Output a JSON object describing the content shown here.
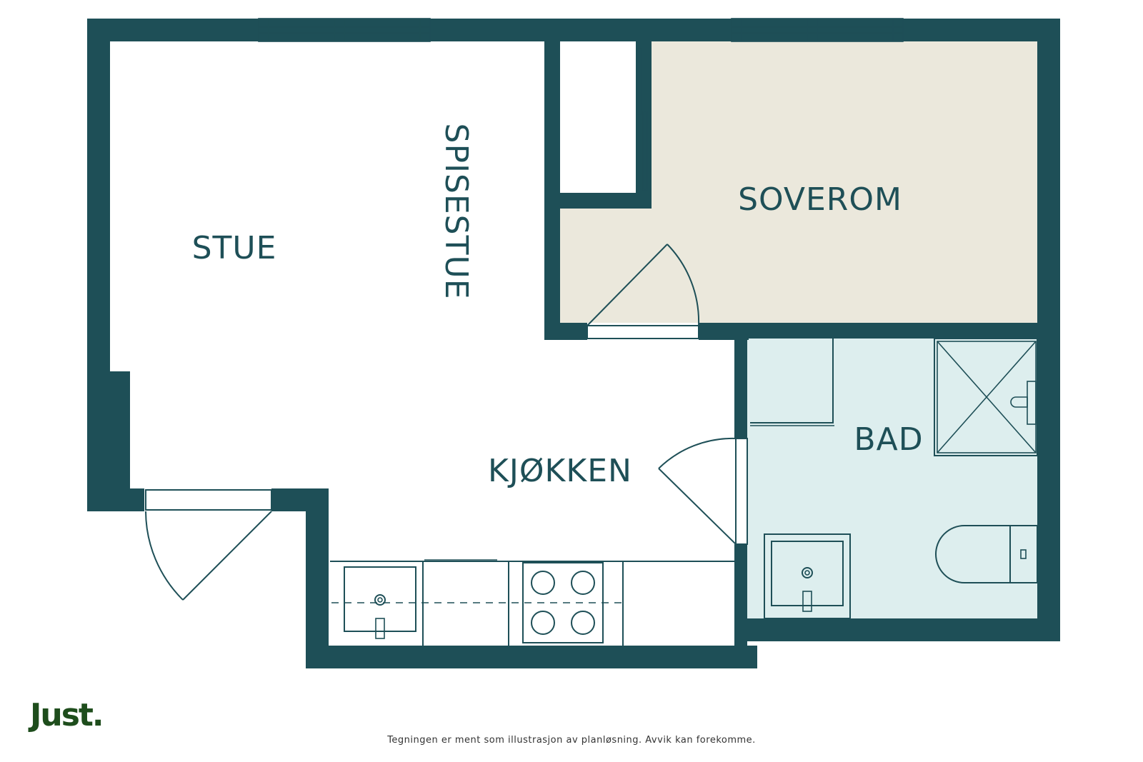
{
  "rooms": {
    "stue": "STUE",
    "spisestue": "SPISESTUE",
    "soverom": "SOVEROM",
    "kjokken": "KJØKKEN",
    "bad": "BAD"
  },
  "brand": {
    "logo": "Just."
  },
  "disclaimer": "Tegningen er ment som illustrasjon av planløsning. Avvik kan forekomme.",
  "colors": {
    "wall": "#1e4f57",
    "bedroom_fill": "#ebe8dc",
    "bathroom_fill": "#ddeeee",
    "logo": "#1e4d1c"
  }
}
